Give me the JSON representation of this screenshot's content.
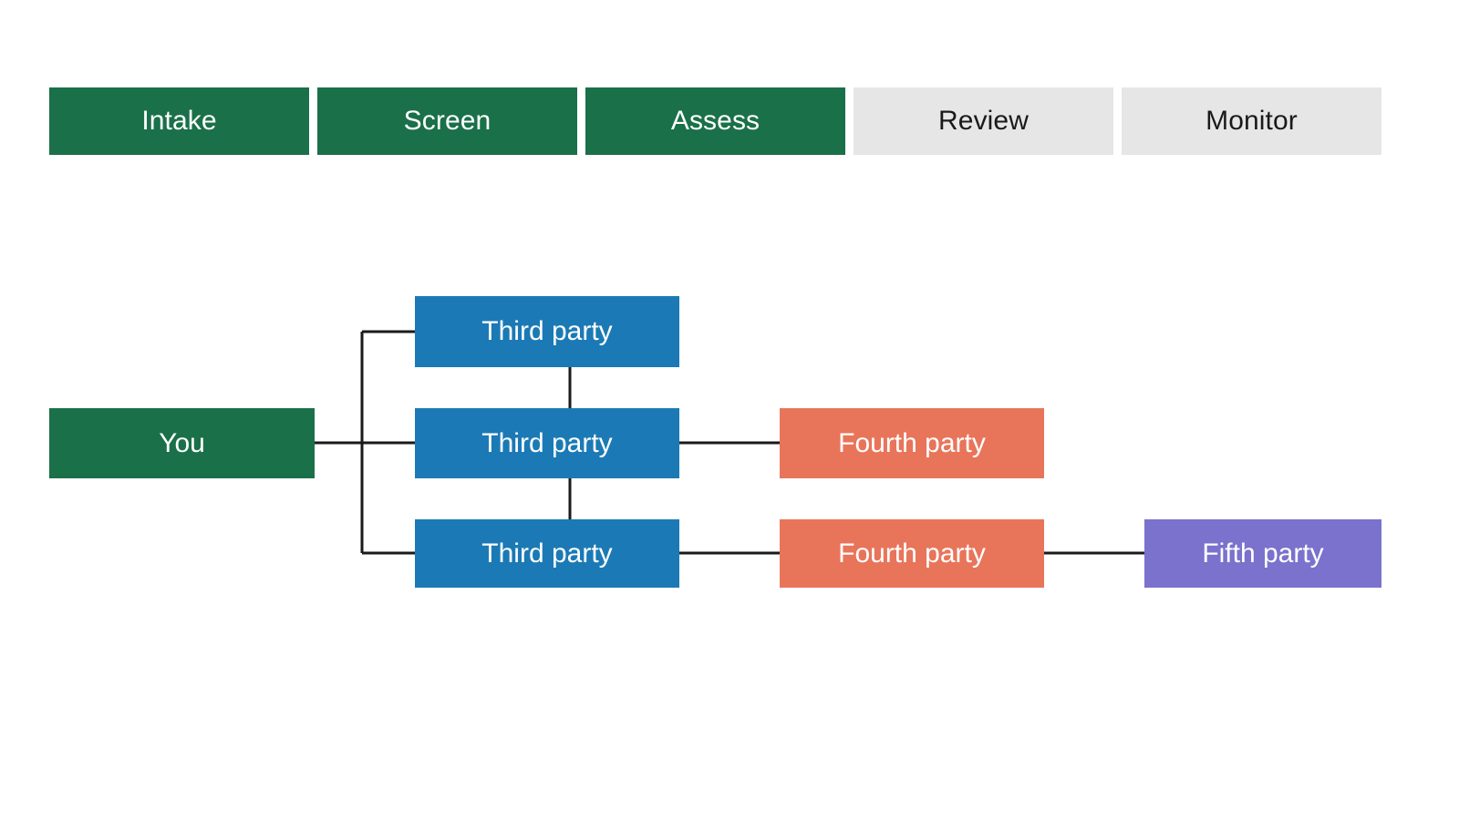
{
  "stages": {
    "items": [
      {
        "label": "Intake",
        "state": "active"
      },
      {
        "label": "Screen",
        "state": "active"
      },
      {
        "label": "Assess",
        "state": "active"
      },
      {
        "label": "Review",
        "state": "inactive"
      },
      {
        "label": "Monitor",
        "state": "inactive"
      }
    ],
    "active_color": "#1a7049",
    "inactive_color": "#e6e6e6",
    "active_text_color": "#ffffff",
    "inactive_text_color": "#1a1a1a"
  },
  "graph": {
    "colors": {
      "you": "#1a7049",
      "third_party": "#1b7ab5",
      "fourth_party": "#e8755a",
      "fifth_party": "#7a72cc",
      "edge": "#1a1a1a"
    },
    "nodes": {
      "you": {
        "label": "You",
        "tier": "first"
      },
      "third_top": {
        "label": "Third party",
        "tier": "third"
      },
      "third_mid": {
        "label": "Third party",
        "tier": "third"
      },
      "third_bottom": {
        "label": "Third party",
        "tier": "third"
      },
      "fourth_mid": {
        "label": "Fourth party",
        "tier": "fourth"
      },
      "fourth_bottom": {
        "label": "Fourth party",
        "tier": "fourth"
      },
      "fifth_bottom": {
        "label": "Fifth party",
        "tier": "fifth"
      }
    }
  }
}
